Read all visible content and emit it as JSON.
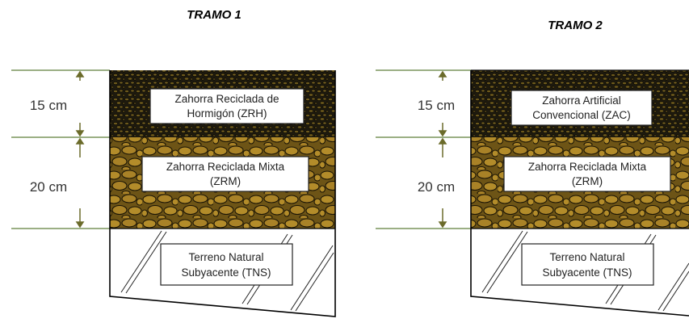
{
  "sections": [
    {
      "title": "TRAMO 1",
      "dimension_top": "15 cm",
      "dimension_middle": "20 cm",
      "layers": [
        {
          "line1": "Zahorra Reciclada de",
          "line2": "Hormigón (ZRH)"
        },
        {
          "line1": "Zahorra Reciclada Mixta",
          "line2": "(ZRM)"
        },
        {
          "line1": "Terreno Natural",
          "line2": "Subyacente (TNS)"
        }
      ]
    },
    {
      "title": "TRAMO 2",
      "dimension_top": "15 cm",
      "dimension_middle": "20 cm",
      "layers": [
        {
          "line1": "Zahorra Artificial",
          "line2": "Convencional (ZAC)"
        },
        {
          "line1": "Zahorra Reciclada Mixta",
          "line2": "(ZRM)"
        },
        {
          "line1": "Terreno Natural",
          "line2": "Subyacente (TNS)"
        }
      ]
    }
  ],
  "colors": {
    "fine_aggregate_fill": "#1e1a0e",
    "fine_aggregate_stone": "#6e5a1c",
    "coarse_aggregate_fill": "#6d5416",
    "coarse_aggregate_stone": "#b38c2a",
    "guide_line": "#5f7f3a"
  }
}
